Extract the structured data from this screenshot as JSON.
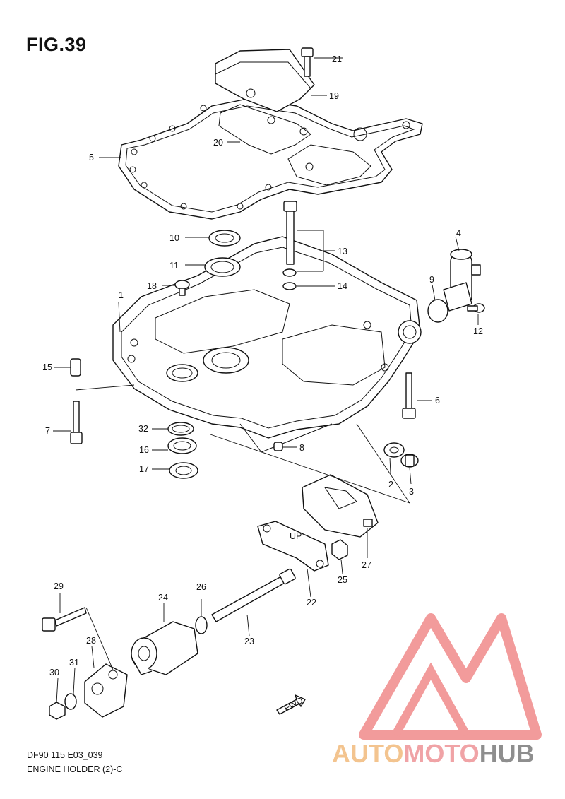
{
  "figure": {
    "title": "FIG.39",
    "code": "DF90 115 E03_039",
    "name": "ENGINE HOLDER (2)-C"
  },
  "callouts": [
    "1",
    "2",
    "3",
    "4",
    "5",
    "6",
    "7",
    "8",
    "9",
    "10",
    "11",
    "12",
    "13",
    "14",
    "15",
    "16",
    "17",
    "18",
    "19",
    "20",
    "21",
    "22",
    "23",
    "24",
    "25",
    "26",
    "27",
    "28",
    "29",
    "30",
    "31",
    "32"
  ],
  "plate_mark": "UP",
  "arrow_mark": "FWD",
  "watermark": {
    "part1": "AUTO",
    "part2": "MOTO",
    "part3": "HUB",
    "colors": {
      "auto": "#f3c48f",
      "moto": "#f0a3a6",
      "hub": "#8e8e8e",
      "logo": "#f08a8a"
    }
  }
}
